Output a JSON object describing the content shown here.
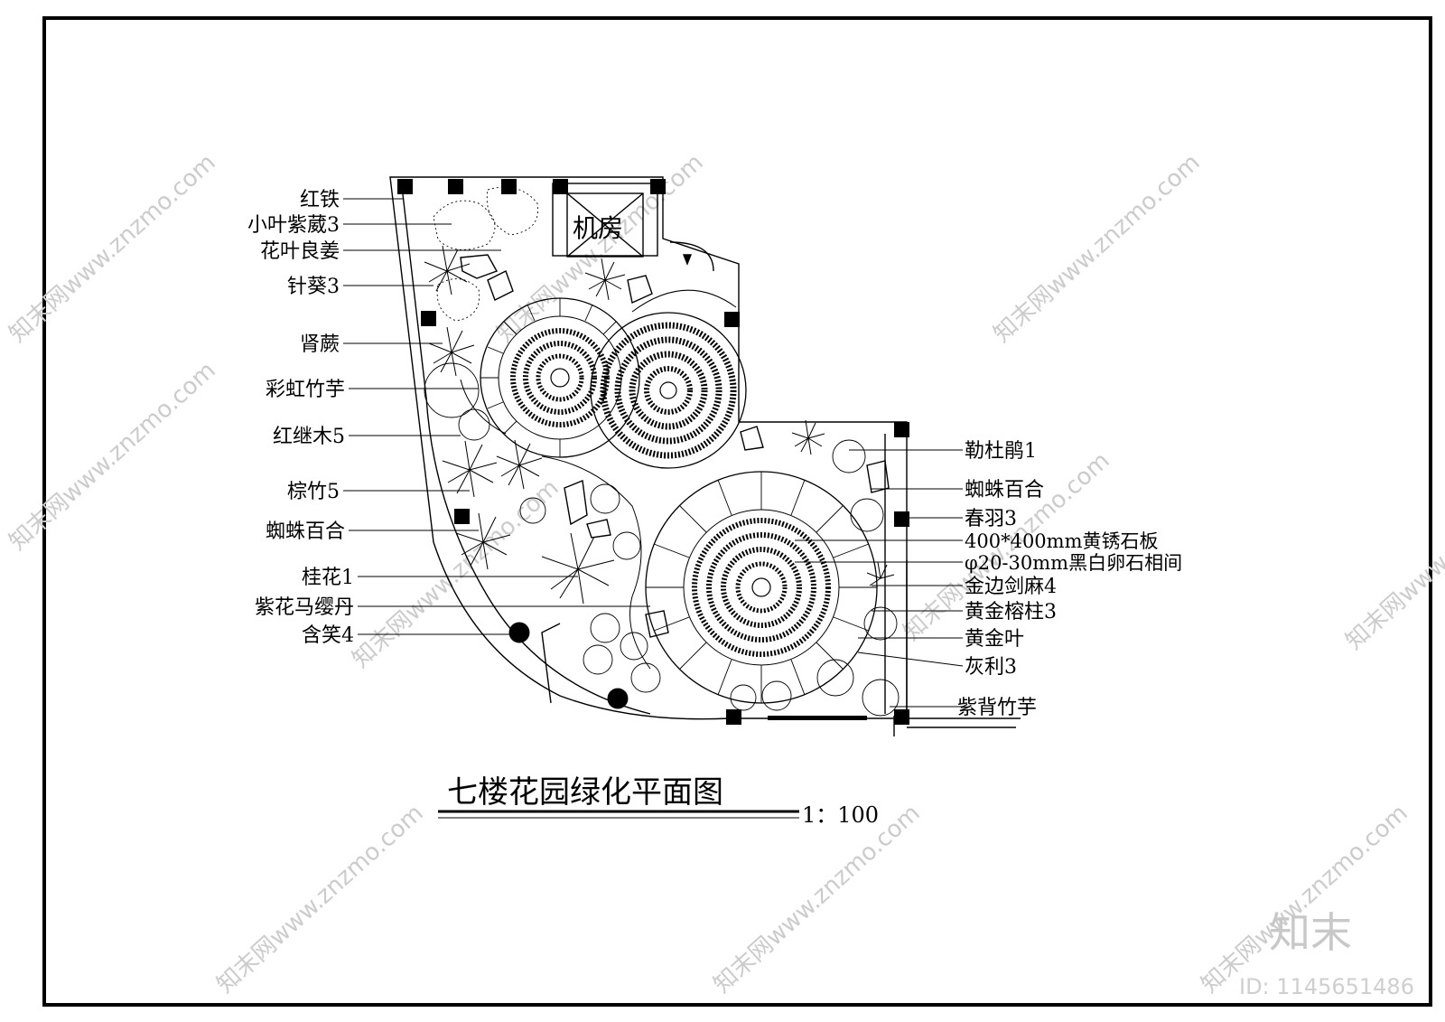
{
  "title": "七楼花园绿化平面图",
  "scale": "1：100",
  "room_label": "机房",
  "left_labels": [
    "红铁",
    "小叶紫葳3",
    "花叶良姜",
    "针葵3",
    "肾蕨",
    "彩虹竹芋",
    "红继木5",
    "棕竹5",
    "蜘蛛百合",
    "桂花1",
    "紫花马缨丹",
    "含笑4"
  ],
  "right_labels": [
    "勒杜鹃1",
    "蜘蛛百合",
    "春羽3",
    "400*400mm黄锈石板",
    "φ20-30mm黑白卵石相间",
    "金边剑麻4",
    "黄金榕柱3",
    "黄金叶",
    "灰利3",
    "紫背竹芋"
  ],
  "watermark": {
    "text": "知末网www.znzmo.com",
    "brand": "知末",
    "id": "ID: 1145651486"
  }
}
